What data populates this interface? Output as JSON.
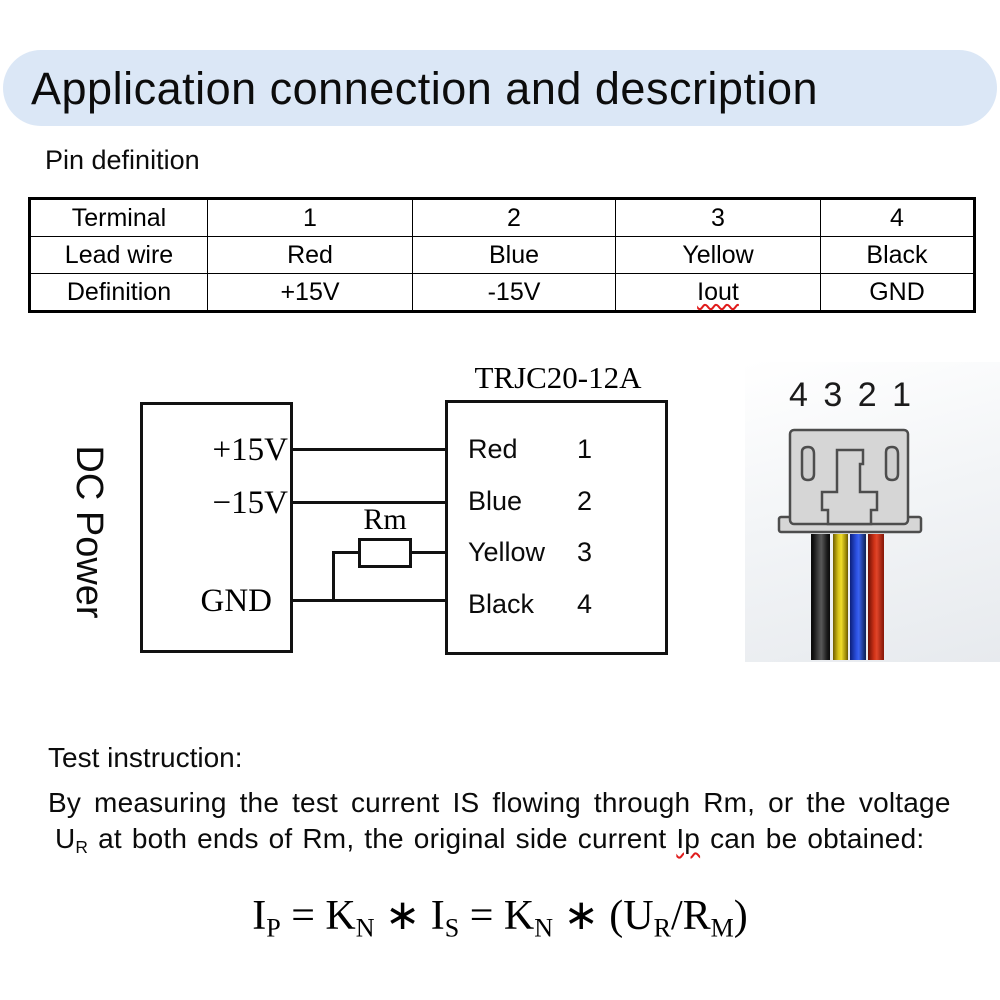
{
  "banner": {
    "title": "Application connection and description",
    "bg_color": "#dbe7f6"
  },
  "sections": {
    "pin_definition": "Pin definition",
    "test_instruction": "Test instruction:"
  },
  "pin_table": {
    "rows": [
      [
        "Terminal",
        "1",
        "2",
        "3",
        "4"
      ],
      [
        "Lead wire",
        "Red",
        "Blue",
        "Yellow",
        "Black"
      ],
      [
        "Definition",
        "+15V",
        "-15V",
        "Iout",
        "GND"
      ]
    ]
  },
  "diagram": {
    "dc_power_label": "DC Power",
    "dc_pins": [
      "+15V",
      "−15V",
      "GND"
    ],
    "resistor_label": "Rm",
    "device_title": "TRJC20-12A",
    "device_pins": [
      {
        "color": "Red",
        "num": "1"
      },
      {
        "color": "Blue",
        "num": "2"
      },
      {
        "color": "Yellow",
        "num": "3"
      },
      {
        "color": "Black",
        "num": "4"
      }
    ],
    "connector_pin_numbers": "4 3 2 1",
    "wire_colors": {
      "black": "#1a1a1a",
      "yellow": "#e3cb15",
      "blue": "#2148d6",
      "red": "#d2321a"
    }
  },
  "instruction": {
    "line1": "By measuring the test current IS flowing through Rm, or the voltage",
    "line2_u": "U",
    "line2_u_sub": "R",
    "line2_mid": " at both ends of Rm, the original side current ",
    "line2_ip": "Ip",
    "line2_end": " can be obtained:"
  },
  "formula": {
    "segments": [
      {
        "base": "I",
        "sub": "P"
      },
      {
        "base": " = ",
        "sub": ""
      },
      {
        "base": "K",
        "sub": "N"
      },
      {
        "base": " ∗ ",
        "sub": ""
      },
      {
        "base": "I",
        "sub": "S"
      },
      {
        "base": " = ",
        "sub": ""
      },
      {
        "base": "K",
        "sub": "N"
      },
      {
        "base": " ∗ (U",
        "sub": "R"
      },
      {
        "base": "/R",
        "sub": "M"
      },
      {
        "base": ")",
        "sub": ""
      }
    ]
  }
}
